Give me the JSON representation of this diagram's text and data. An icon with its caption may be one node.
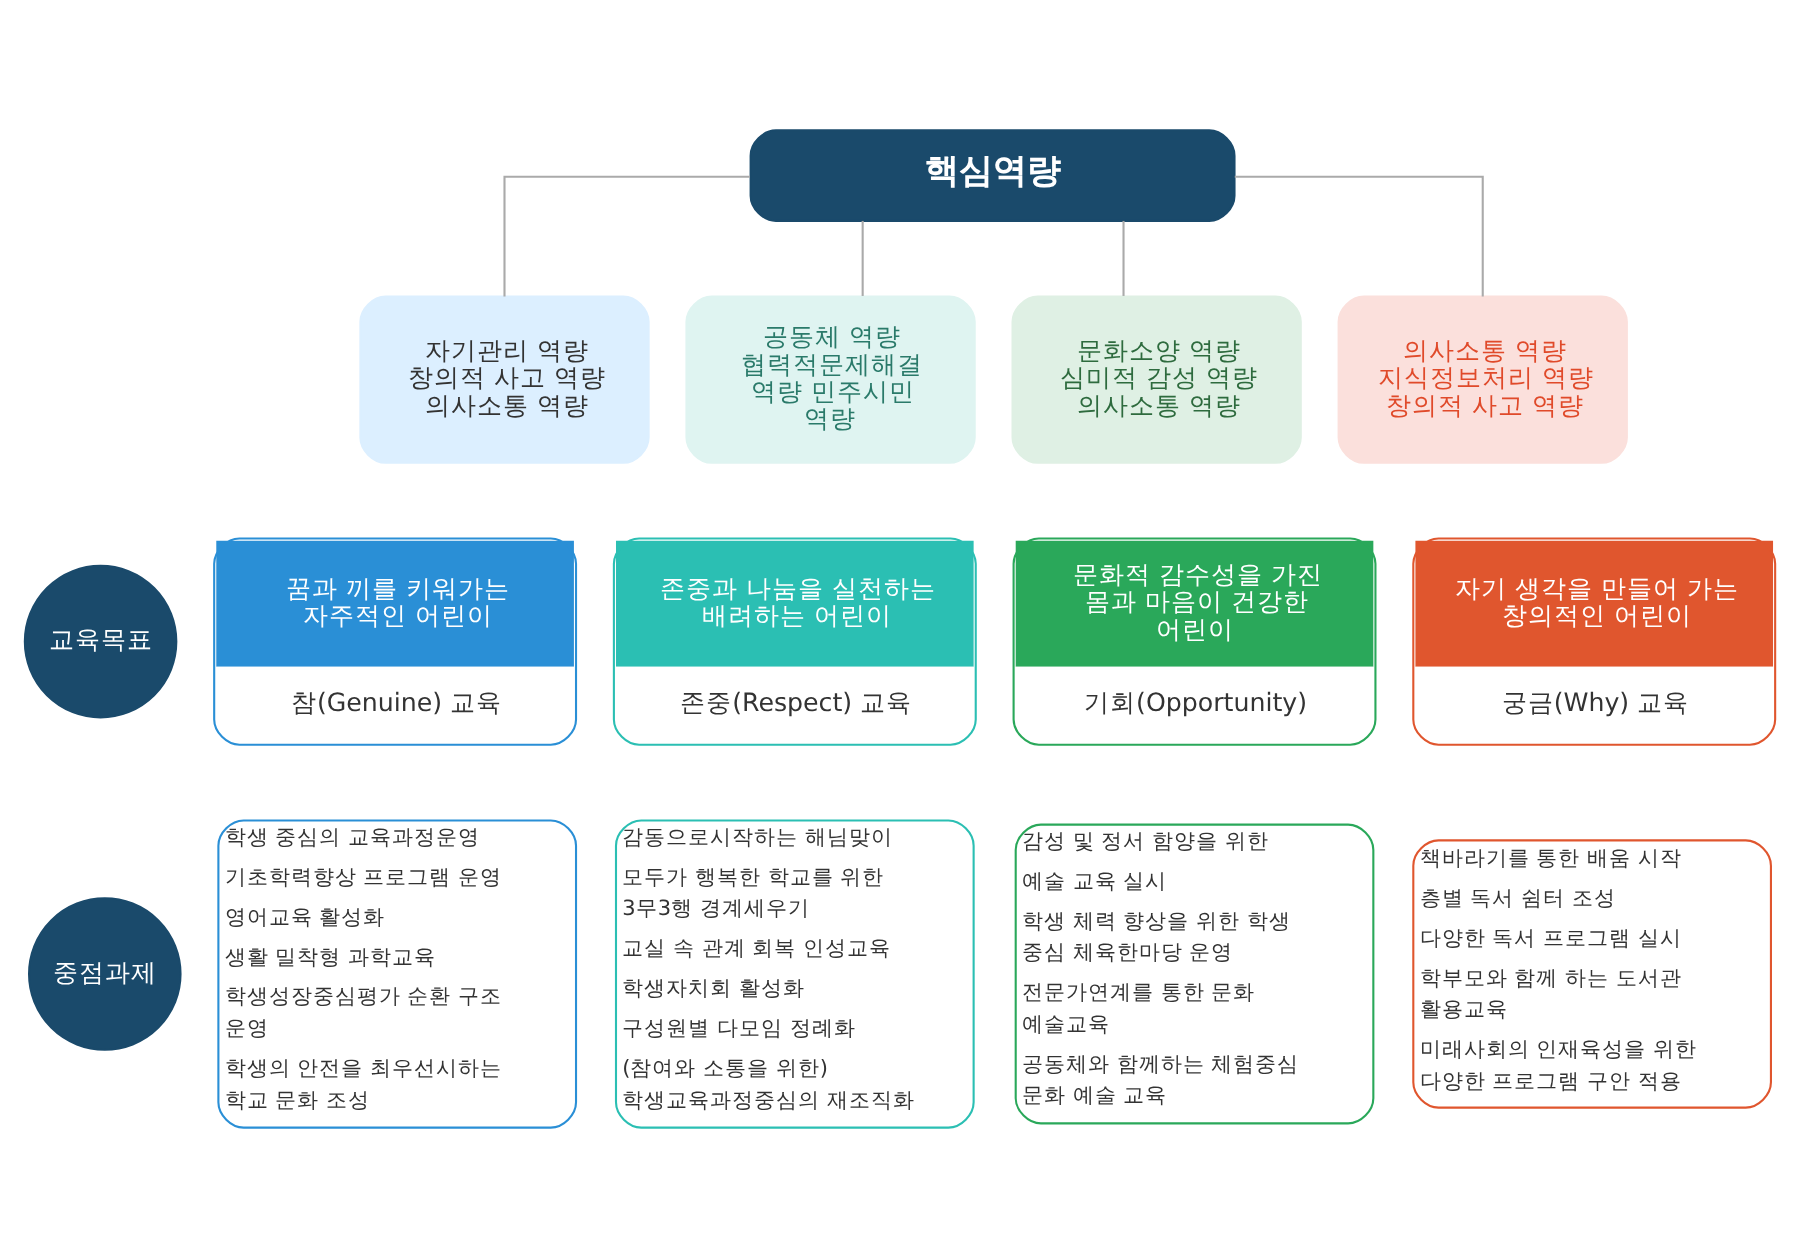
{
  "diagram": {
    "nodes": [
      {
        "text": [
          "핵심역량"
        ]
      },
      {
        "text": [
          "자기관리 역량 창의적 사고 역량 의사소통 역량"
        ]
      },
      {
        "text": [
          "공동체 역량 협력적문제해결 역량 민주시민 역량"
        ]
      },
      {
        "text": [
          "문화소양 역량 심미적 감성 역량 의사소통 역량"
        ]
      },
      {
        "text": [
          "의사소통 역량 지식정보처리 역량 창의적 사고 역량"
        ]
      },
      {
        "text": [
          "교육목표"
        ]
      },
      {
        "text": [
          "꿈과 끼를 키워가는 자주적인 어린이",
          "참(Genuine) 교육"
        ]
      },
      {
        "text": [
          "존중과 나눔을 실천하는 배려하는 어린이",
          "존중(Respect) 교육"
        ]
      },
      {
        "text": [
          "문화적 감수성을 가진 몸과 마음이 건강한 어린이",
          "기회(Opportunity)"
        ]
      },
      {
        "text": [
          "자기 생각을 만들어 가는 창의적인 어린이",
          "궁금(Why) 교육"
        ]
      },
      {
        "text": [
          "중점과제"
        ]
      },
      {
        "text": [
          "학생 중심의 교육과정운영",
          "기초학력향상 프로그램 운영",
          "영어교육 활성화",
          "생활 밀착형 과학교육",
          "학생성장중심평가 순환 구조 운영",
          "학생의 안전을 최우선시하는 학교 문화 조성"
        ]
      },
      {
        "text": [
          "감동으로시작하는 해님맞이",
          "모두가 행복한 학교를 위한 3무3행 경계세우기",
          "교실 속 관계 회복 인성교육",
          "학생자치회 활성화",
          "구성원별 다모임 정례화",
          "(참여와 소통을 위한) 학생교육과정중심의 재조직화"
        ]
      },
      {
        "text": [
          "감성 및 정서 함양을 위한",
          "예술 교육 실시",
          "학생 체력 향상을 위한 학생 중심 체육한마당 운영",
          "전문가연계를 통한 문화 예술교육",
          "공동체와 함께하는 체험중심 문화 예술 교육"
        ]
      },
      {
        "text": [
          "책바라기를 통한 배움 시작",
          "층별 독서 쉼터 조성",
          "다양한 독서 프로그램 실시",
          "학부모와 함께 하는 도서관 활용교육",
          "미래사회의 인재육성을 위한 다양한 프로그램 구안 적용"
        ]
      }
    ],
    "edges": [
      {
        "from": 0,
        "to": 1,
        "arrow": "none"
      },
      {
        "from": 0,
        "to": 2,
        "arrow": "none"
      },
      {
        "from": 0,
        "to": 3,
        "arrow": "none"
      },
      {
        "from": 0,
        "to": 4,
        "arrow": "none"
      }
    ]
  }
}
